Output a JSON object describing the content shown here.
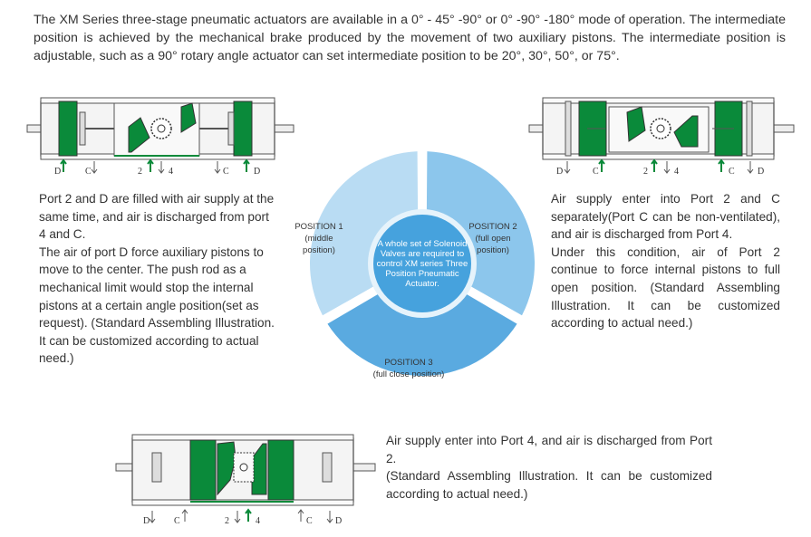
{
  "intro": "The XM Series three-stage pneumatic actuators are available in a 0° - 45° -90° or 0° -90° -180° mode of operation. The intermediate position is achieved by the mechanical brake produced by the movement of two auxiliary pistons. The intermediate position is adjustable, such as a 90° rotary angle actuator can set intermediate position to be 20°, 30°, 50°, or 75°.",
  "left_text": [
    "Port 2 and D are filled with air supply at the same time, and air is discharged from port 4 and C.",
    "The air of port D force auxiliary pistons to move to the center. The push rod as a mechanical limit would stop the internal pistons at a certain angle position(set as request). (Standard Assembling Illustration. It can be customized according to actual need.)"
  ],
  "right_text": [
    "Air supply enter into Port 2 and C separately(Port C can be non-ventilated), and air is discharged from Port 4.",
    "Under this condition, air of Port 2 continue to force internal pistons to full open position. (Standard Assembling Illustration. It can be customized according to actual need.)"
  ],
  "bottom_text": [
    "Air supply enter into Port 4, and air is discharged from Port 2.",
    "(Standard Assembling Illustration. It can be customized according to actual need.)"
  ],
  "wheel": {
    "center_text": [
      "A whole set of Solenoid",
      "Valves are required to",
      "control XM series Three",
      "Position Pneumatic",
      "Actuator."
    ],
    "position1": [
      "POSITION 1",
      "(middle",
      "position)"
    ],
    "position2": [
      "POSITION 2",
      "(full open",
      "position)"
    ],
    "position3": [
      "POSITION 3",
      "(full close position)"
    ],
    "colors": {
      "light": "#b9dcf3",
      "mid": "#8cc6ec",
      "dark": "#5aaae0",
      "center": "#46a2dd",
      "center_ring": "#e6f3fb"
    }
  },
  "ports": {
    "D": "D",
    "C": "C",
    "two": "2",
    "four": "4"
  },
  "colors": {
    "green": "#0a8a3a",
    "outline": "#555555",
    "arrow_green": "#0a8a3a"
  }
}
